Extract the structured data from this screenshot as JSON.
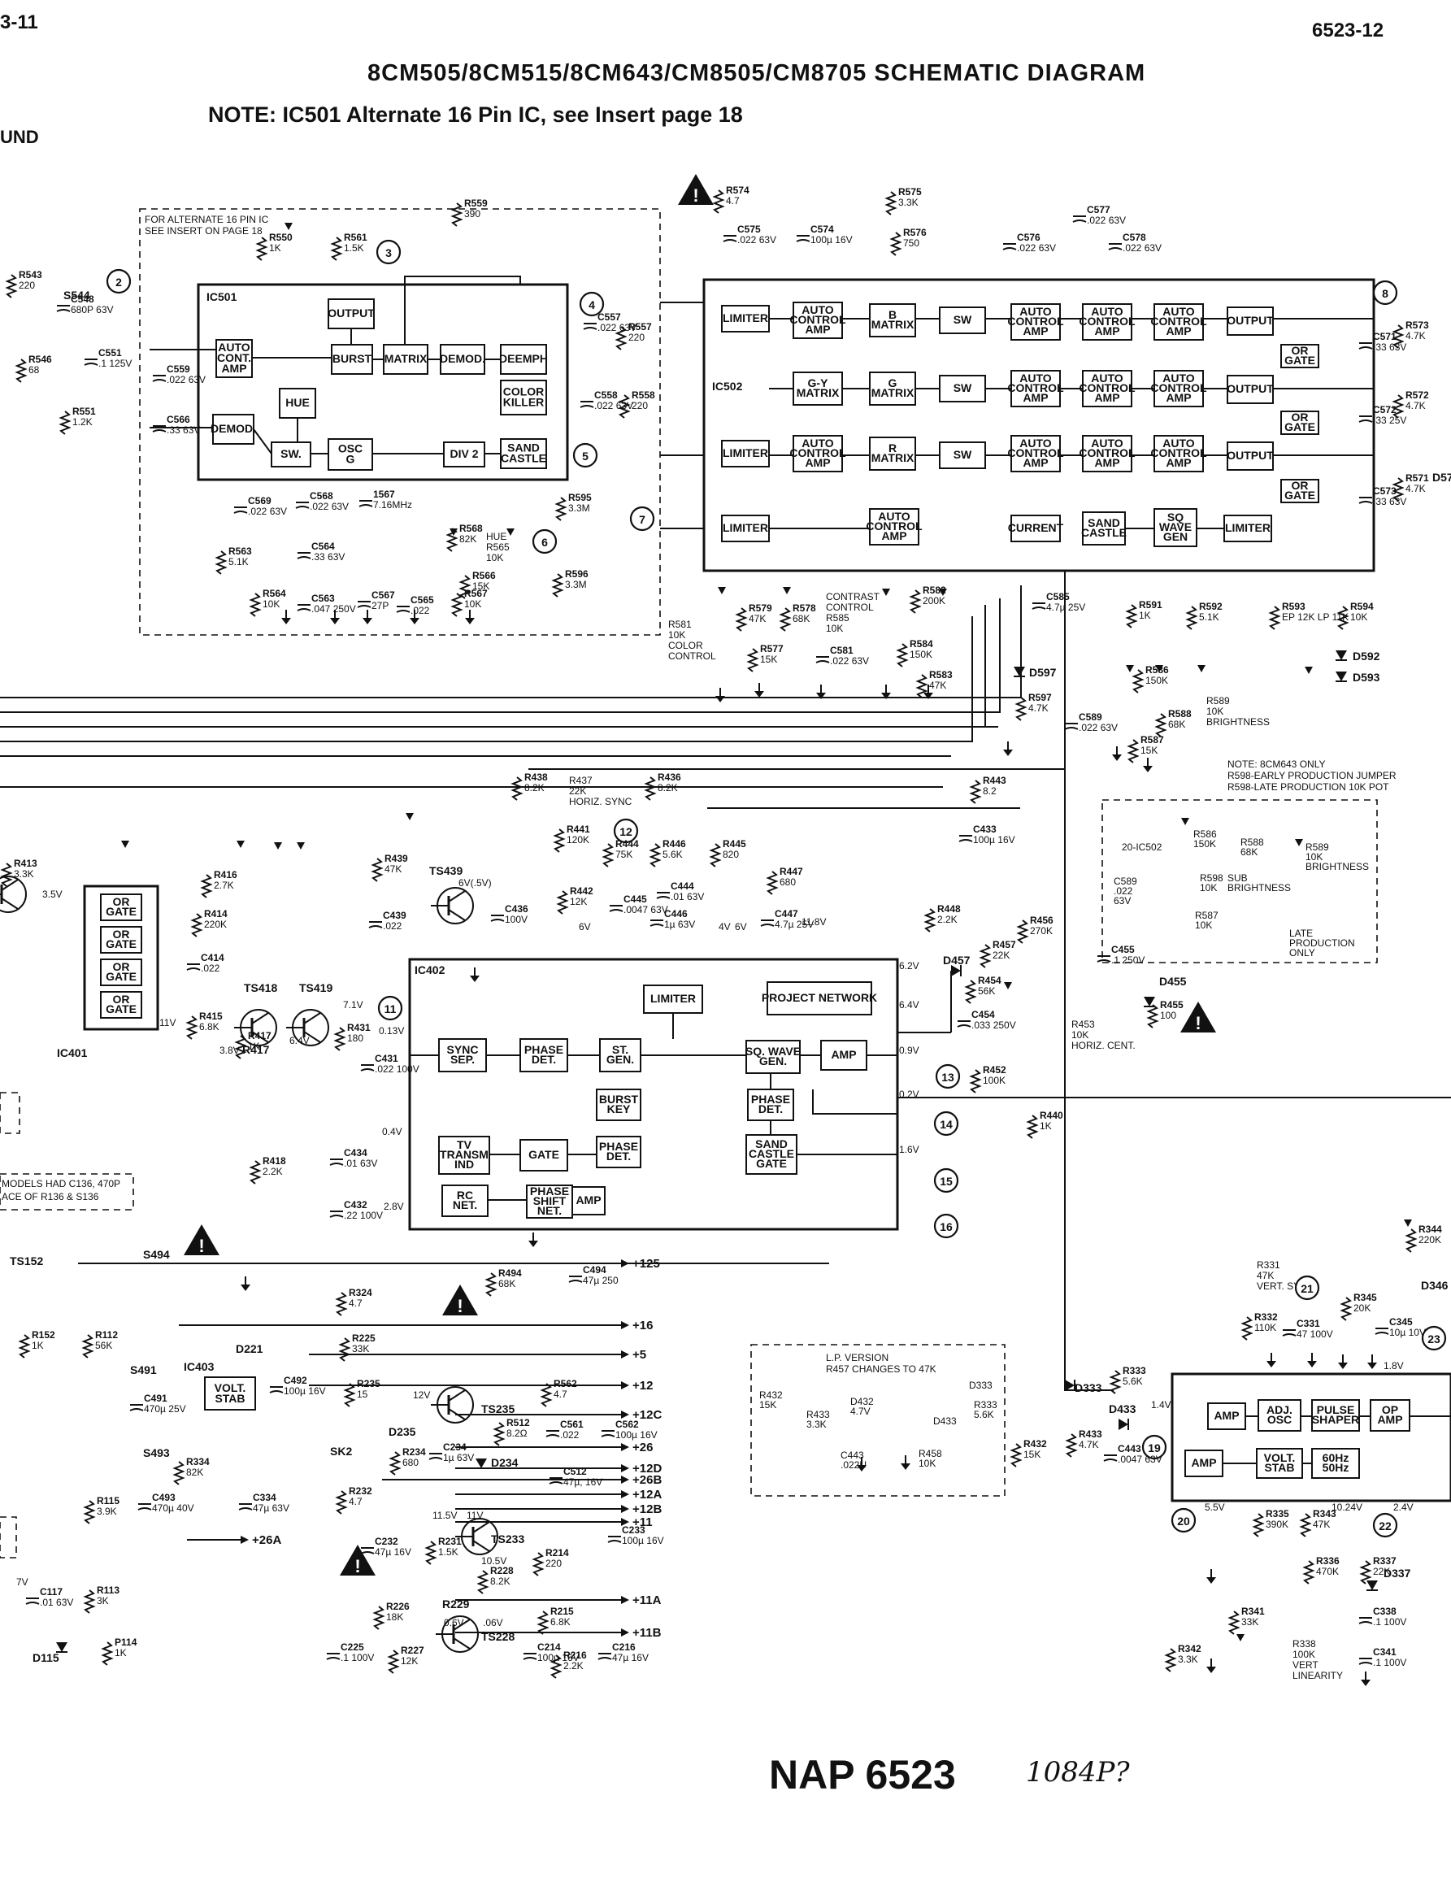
{
  "header": {
    "page_left": "3-11",
    "page_right": "6523-12",
    "title": "8CM505/8CM515/8CM643/CM8505/CM8705 SCHEMATIC DIAGRAM",
    "note": "NOTE: IC501 Alternate 16 Pin IC, see Insert page 18",
    "left_edge_text": "UND",
    "bottom_label": "NAP 6523",
    "handwritten": "1084P?"
  },
  "insert_box_ic501": {
    "caption_line1": "FOR ALTERNATE 16 PIN IC",
    "caption_line2": "SEE INSERT ON PAGE 18"
  },
  "ic501": {
    "label": "IC501",
    "blocks": [
      {
        "id": "auto-cont-amp",
        "lines": [
          "AUTO",
          "CONT.",
          "AMP"
        ]
      },
      {
        "id": "output",
        "lines": [
          "OUTPUT"
        ]
      },
      {
        "id": "burst",
        "lines": [
          "BURST"
        ]
      },
      {
        "id": "matrix",
        "lines": [
          "MATRIX"
        ]
      },
      {
        "id": "demod-1",
        "lines": [
          "DEMOD."
        ]
      },
      {
        "id": "deemph",
        "lines": [
          "DEEMPH"
        ]
      },
      {
        "id": "hue",
        "lines": [
          "HUE"
        ]
      },
      {
        "id": "color-killer",
        "lines": [
          "COLOR",
          "KILLER"
        ]
      },
      {
        "id": "demod-2",
        "lines": [
          "DEMOD."
        ]
      },
      {
        "id": "sw",
        "lines": [
          "SW."
        ]
      },
      {
        "id": "osc",
        "lines": [
          "OSC",
          "G"
        ]
      },
      {
        "id": "div2",
        "lines": [
          "DIV 2"
        ]
      },
      {
        "id": "sand-castle",
        "lines": [
          "SAND",
          "CASTLE"
        ]
      }
    ]
  },
  "ic502": {
    "label": "IC502",
    "blocks": [
      {
        "id": "limiter-1",
        "lines": [
          "LIMITER"
        ]
      },
      {
        "id": "auto-control-amp-1",
        "lines": [
          "AUTO",
          "CONTROL",
          "AMP"
        ]
      },
      {
        "id": "b-matrix",
        "lines": [
          "B",
          "MATRIX"
        ]
      },
      {
        "id": "sw-1",
        "lines": [
          "SW"
        ]
      },
      {
        "id": "auto-control-amp-2",
        "lines": [
          "AUTO",
          "CONTROL",
          "AMP"
        ]
      },
      {
        "id": "auto-control-amp-3",
        "lines": [
          "AUTO",
          "CONTROL",
          "AMP"
        ]
      },
      {
        "id": "auto-control-amp-4",
        "lines": [
          "AUTO",
          "CONTROL",
          "AMP"
        ]
      },
      {
        "id": "output-1",
        "lines": [
          "OUTPUT"
        ]
      },
      {
        "id": "or-gate-1",
        "lines": [
          "OR",
          "GATE"
        ]
      },
      {
        "id": "g-y-matrix",
        "lines": [
          "G-Y",
          "MATRIX"
        ]
      },
      {
        "id": "g-matrix",
        "lines": [
          "G",
          "MATRIX"
        ]
      },
      {
        "id": "sw-2",
        "lines": [
          "SW"
        ]
      },
      {
        "id": "auto-control-amp-5",
        "lines": [
          "AUTO",
          "CONTROL",
          "AMP"
        ]
      },
      {
        "id": "auto-control-amp-6",
        "lines": [
          "AUTO",
          "CONTROL",
          "AMP"
        ]
      },
      {
        "id": "auto-control-amp-7",
        "lines": [
          "AUTO",
          "CONTROL",
          "AMP"
        ]
      },
      {
        "id": "output-2",
        "lines": [
          "OUTPUT"
        ]
      },
      {
        "id": "or-gate-2",
        "lines": [
          "OR",
          "GATE"
        ]
      },
      {
        "id": "limiter-2",
        "lines": [
          "LIMITER"
        ]
      },
      {
        "id": "auto-control-amp-8",
        "lines": [
          "AUTO",
          "CONTROL",
          "AMP"
        ]
      },
      {
        "id": "r-matrix",
        "lines": [
          "R",
          "MATRIX"
        ]
      },
      {
        "id": "sw-3",
        "lines": [
          "SW"
        ]
      },
      {
        "id": "auto-control-amp-9",
        "lines": [
          "AUTO",
          "CONTROL",
          "AMP"
        ]
      },
      {
        "id": "auto-control-amp-10",
        "lines": [
          "AUTO",
          "CONTROL",
          "AMP"
        ]
      },
      {
        "id": "auto-control-amp-11",
        "lines": [
          "AUTO",
          "CONTROL",
          "AMP"
        ]
      },
      {
        "id": "output-3",
        "lines": [
          "OUTPUT"
        ]
      },
      {
        "id": "or-gate-3",
        "lines": [
          "OR",
          "GATE"
        ]
      },
      {
        "id": "limiter-3",
        "lines": [
          "LIMITER"
        ]
      },
      {
        "id": "auto-control-amp-12",
        "lines": [
          "AUTO",
          "CONTROL",
          "AMP"
        ]
      },
      {
        "id": "current",
        "lines": [
          "CURRENT"
        ]
      },
      {
        "id": "sand-castle",
        "lines": [
          "SAND",
          "CASTLE"
        ]
      },
      {
        "id": "sq-wave-gen",
        "lines": [
          "SQ",
          "WAVE",
          "GEN"
        ]
      },
      {
        "id": "limiter-4",
        "lines": [
          "LIMITER"
        ]
      }
    ]
  },
  "ic402": {
    "label": "IC402",
    "blocks": [
      {
        "id": "limiter",
        "lines": [
          "LIMITER"
        ]
      },
      {
        "id": "project-network",
        "lines": [
          "PROJECT NETWORK"
        ]
      },
      {
        "id": "sync-sep",
        "lines": [
          "SYNC",
          "SEP."
        ]
      },
      {
        "id": "phase-det-1",
        "lines": [
          "PHASE",
          "DET."
        ]
      },
      {
        "id": "st-gen",
        "lines": [
          "ST.",
          "GEN."
        ]
      },
      {
        "id": "sq-wave-gen",
        "lines": [
          "SQ. WAVE",
          "GEN."
        ]
      },
      {
        "id": "amp-1",
        "lines": [
          "AMP"
        ]
      },
      {
        "id": "burst-key",
        "lines": [
          "BURST",
          "KEY"
        ]
      },
      {
        "id": "phase-det-2",
        "lines": [
          "PHASE",
          "DET."
        ]
      },
      {
        "id": "tv-transm-ind",
        "lines": [
          "TV",
          "TRANSM",
          "IND"
        ]
      },
      {
        "id": "gate",
        "lines": [
          "GATE"
        ]
      },
      {
        "id": "phase-det-3",
        "lines": [
          "PHASE",
          "DET."
        ]
      },
      {
        "id": "sand-castle-gate",
        "lines": [
          "SAND",
          "CASTLE",
          "GATE"
        ]
      },
      {
        "id": "rc-net",
        "lines": [
          "RC",
          "NET."
        ]
      },
      {
        "id": "phase-shift-net",
        "lines": [
          "PHASE",
          "SHIFT",
          "NET."
        ]
      },
      {
        "id": "amp-2",
        "lines": [
          "AMP"
        ]
      }
    ]
  },
  "ic401": {
    "label": "IC401",
    "gates": [
      "OR GATE",
      "OR GATE",
      "OR GATE",
      "OR GATE"
    ]
  },
  "ic403": {
    "label": "IC403",
    "lines": [
      "VOLT.",
      "STAB"
    ]
  },
  "vert_ic": {
    "blocks": [
      {
        "id": "amp-1",
        "lines": [
          "AMP"
        ]
      },
      {
        "id": "adj-osc",
        "lines": [
          "ADJ.",
          "OSC"
        ]
      },
      {
        "id": "pulse-shaper",
        "lines": [
          "PULSE",
          "SHAPER"
        ]
      },
      {
        "id": "op-amp",
        "lines": [
          "OP",
          "AMP"
        ]
      },
      {
        "id": "amp-2",
        "lines": [
          "AMP"
        ]
      },
      {
        "id": "volt-stab",
        "lines": [
          "VOLT.",
          "STAB"
        ]
      },
      {
        "id": "hz-switch",
        "lines": [
          "60Hz",
          "50Hz"
        ]
      }
    ]
  },
  "test_points": [
    "2",
    "3",
    "4",
    "5",
    "6",
    "7",
    "8",
    "11",
    "12",
    "13",
    "14",
    "15",
    "16",
    "19",
    "20",
    "21",
    "22",
    "23"
  ],
  "controls": {
    "color_control": [
      "R581",
      "10K",
      "COLOR",
      "CONTROL"
    ],
    "contrast_control": [
      "CONTRAST",
      "CONTROL",
      "R585",
      "10K"
    ],
    "brightness": [
      "R589",
      "10K",
      "BRIGHTNESS"
    ],
    "hue": [
      "HUE",
      "R565",
      "10K"
    ],
    "horiz_sync": [
      "R437",
      "22K",
      "HORIZ. SYNC"
    ],
    "horiz_cent": [
      "R453",
      "10K",
      "HORIZ. CENT."
    ],
    "vert_sync": [
      "R331",
      "47K",
      "VERT. SYNC"
    ],
    "vert_linearity": [
      "R338",
      "100K",
      "VERT",
      "LINEARITY"
    ]
  },
  "notes": {
    "c8cm643": [
      "NOTE:  8CM643 ONLY",
      "R598-EARLY PRODUCTION JUMPER",
      "R598-LATE PRODUCTION 10K POT"
    ],
    "late_production": [
      "20-IC502",
      "R586",
      "150K",
      "R588",
      "68K",
      "R589",
      "10K",
      "BRIGHTNESS",
      "C589",
      ".022",
      "63V",
      "R598",
      "10K",
      "SUB",
      "BRIGHTNESS",
      "R587",
      "10K",
      "LATE",
      "PRODUCTION",
      "ONLY"
    ],
    "lp_version": [
      "L.P. VERSION",
      "R457 CHANGES TO 47K"
    ],
    "lp_parts": [
      "R432",
      "15K",
      "R433",
      "3.3K",
      "D432",
      "4.7V",
      "D433",
      "R333",
      "5.6K",
      "C443",
      ".022U",
      "R458",
      "10K",
      "D333"
    ],
    "models": [
      "MODELS HAD C136, 470P",
      "ACE OF R136 & S136"
    ]
  },
  "supply_rails": [
    "+125",
    "+16",
    "+5",
    "+12",
    "+12C",
    "+26",
    "+26B",
    "+12D",
    "+12A",
    "+12B",
    "+11",
    "+26A",
    "+11A",
    "+11B"
  ],
  "components": [
    {
      "ref": "R574",
      "val": "4.7"
    },
    {
      "ref": "R575",
      "val": "3.3K"
    },
    {
      "ref": "R576",
      "val": "750"
    },
    {
      "ref": "C575",
      "val": ".022 63V"
    },
    {
      "ref": "C574",
      "val": "100µ 16V"
    },
    {
      "ref": "C576",
      "val": ".022 63V"
    },
    {
      "ref": "C577",
      "val": ".022 63V"
    },
    {
      "ref": "C578",
      "val": ".022 63V"
    },
    {
      "ref": "R559",
      "val": "390"
    },
    {
      "ref": "R550",
      "val": "1K"
    },
    {
      "ref": "R561",
      "val": "1.5K"
    },
    {
      "ref": "R543",
      "val": "220"
    },
    {
      "ref": "C548",
      "val": "680P 63V"
    },
    {
      "ref": "R546",
      "val": "68"
    },
    {
      "ref": "C551",
      "val": ".1 125V"
    },
    {
      "ref": "R551",
      "val": "1.2K"
    },
    {
      "ref": "C559",
      "val": ".022 63V"
    },
    {
      "ref": "C566",
      "val": ".33 63V"
    },
    {
      "ref": "C557",
      "val": ".022 63V"
    },
    {
      "ref": "R557",
      "val": "220"
    },
    {
      "ref": "C558",
      "val": ".022 63V"
    },
    {
      "ref": "R558",
      "val": "220"
    },
    {
      "ref": "C569",
      "val": ".022 63V"
    },
    {
      "ref": "C568",
      "val": ".022 63V"
    },
    {
      "ref": "1567",
      "val": "7.16MHz"
    },
    {
      "ref": "R568",
      "val": "82K"
    },
    {
      "ref": "R595",
      "val": "3.3M"
    },
    {
      "ref": "R596",
      "val": "3.3M"
    },
    {
      "ref": "R563",
      "val": "5.1K"
    },
    {
      "ref": "C564",
      "val": ".33 63V"
    },
    {
      "ref": "R564",
      "val": "10K"
    },
    {
      "ref": "C563",
      "val": ".047 250V"
    },
    {
      "ref": "C567",
      "val": "27P"
    },
    {
      "ref": "C565",
      "val": ".022"
    },
    {
      "ref": "R566",
      "val": "15K"
    },
    {
      "ref": "R567",
      "val": "10K"
    },
    {
      "ref": "C571",
      "val": ".33 63V"
    },
    {
      "ref": "R573",
      "val": "4.7K"
    },
    {
      "ref": "C572",
      "val": ".33 25V"
    },
    {
      "ref": "R572",
      "val": "4.7K"
    },
    {
      "ref": "C573",
      "val": ".33 63V"
    },
    {
      "ref": "R571",
      "val": "4.7K"
    },
    {
      "ref": "R579",
      "val": "47K"
    },
    {
      "ref": "R578",
      "val": "68K"
    },
    {
      "ref": "R577",
      "val": "15K"
    },
    {
      "ref": "C581",
      "val": ".022 63V"
    },
    {
      "ref": "R582",
      "val": "200K"
    },
    {
      "ref": "R584",
      "val": "150K"
    },
    {
      "ref": "R583",
      "val": "47K"
    },
    {
      "ref": "C585",
      "val": "4.7µ 25V"
    },
    {
      "ref": "R591",
      "val": "1K"
    },
    {
      "ref": "R592",
      "val": "5.1K"
    },
    {
      "ref": "R593",
      "val": "EP 12K LP 11K"
    },
    {
      "ref": "R594",
      "val": "10K"
    },
    {
      "ref": "R597",
      "val": "4.7K"
    },
    {
      "ref": "R586",
      "val": "150K"
    },
    {
      "ref": "R588",
      "val": "68K"
    },
    {
      "ref": "R587",
      "val": "15K"
    },
    {
      "ref": "C589",
      "val": ".022 63V"
    },
    {
      "ref": "R438",
      "val": "8.2K"
    },
    {
      "ref": "R436",
      "val": "8.2K"
    },
    {
      "ref": "R443",
      "val": "8.2"
    },
    {
      "ref": "C433",
      "val": "100µ 16V"
    },
    {
      "ref": "R439",
      "val": "47K"
    },
    {
      "ref": "C439",
      "val": ".022"
    },
    {
      "ref": "C436",
      "val": "100V"
    },
    {
      "ref": "R441",
      "val": "120K"
    },
    {
      "ref": "R444",
      "val": "75K"
    },
    {
      "ref": "R446",
      "val": "5.6K"
    },
    {
      "ref": "R445",
      "val": "820"
    },
    {
      "ref": "R447",
      "val": "680"
    },
    {
      "ref": "R442",
      "val": "12K"
    },
    {
      "ref": "C445",
      "val": ".0047 63V"
    },
    {
      "ref": "C444",
      "val": ".01 63V"
    },
    {
      "ref": "C446",
      "val": "1µ 63V"
    },
    {
      "ref": "C447",
      "val": "4.7µ 25V"
    },
    {
      "ref": "R448",
      "val": "2.2K"
    },
    {
      "ref": "R456",
      "val": "270K"
    },
    {
      "ref": "R457",
      "val": "22K"
    },
    {
      "ref": "R454",
      "val": "56K"
    },
    {
      "ref": "C455",
      "val": ".1 250V"
    },
    {
      "ref": "R455",
      "val": "100"
    },
    {
      "ref": "C454",
      "val": ".033 250V"
    },
    {
      "ref": "R452",
      "val": "100K"
    },
    {
      "ref": "R440",
      "val": "1K"
    },
    {
      "ref": "R413",
      "val": "3.3K"
    },
    {
      "ref": "R416",
      "val": "2.7K"
    },
    {
      "ref": "R414",
      "val": "220K"
    },
    {
      "ref": "C414",
      "val": ".022"
    },
    {
      "ref": "R415",
      "val": "6.8K"
    },
    {
      "ref": "R417",
      "val": "1K"
    },
    {
      "ref": "R431",
      "val": "180"
    },
    {
      "ref": "C431",
      "val": ".022 100V"
    },
    {
      "ref": "R418",
      "val": "2.2K"
    },
    {
      "ref": "C434",
      "val": ".01 63V"
    },
    {
      "ref": "C432",
      "val": ".22 100V"
    },
    {
      "ref": "R494",
      "val": "68K"
    },
    {
      "ref": "C494",
      "val": "47µ 250"
    },
    {
      "ref": "R324",
      "val": "4.7"
    },
    {
      "ref": "R225",
      "val": "33K"
    },
    {
      "ref": "R235",
      "val": "15"
    },
    {
      "ref": "R562",
      "val": "4.7"
    },
    {
      "ref": "C491",
      "val": "470µ 25V"
    },
    {
      "ref": "C492",
      "val": "100µ 16V"
    },
    {
      "ref": "R512",
      "val": "8.2Ω"
    },
    {
      "ref": "C561",
      "val": ".022"
    },
    {
      "ref": "C562",
      "val": "100µ 16V"
    },
    {
      "ref": "R234",
      "val": "680"
    },
    {
      "ref": "C234",
      "val": "1µ 63V"
    },
    {
      "ref": "C512",
      "val": "47µ, 16V"
    },
    {
      "ref": "R334",
      "val": "82K"
    },
    {
      "ref": "C493",
      "val": "470µ 40V"
    },
    {
      "ref": "C334",
      "val": "47µ 63V"
    },
    {
      "ref": "R232",
      "val": "4.7"
    },
    {
      "ref": "C232",
      "val": "47µ 16V"
    },
    {
      "ref": "R231",
      "val": "1.5K"
    },
    {
      "ref": "C233",
      "val": "100µ 16V"
    },
    {
      "ref": "R214",
      "val": "220"
    },
    {
      "ref": "R228",
      "val": "8.2K"
    },
    {
      "ref": "R226",
      "val": "18K"
    },
    {
      "ref": "R227",
      "val": "12K"
    },
    {
      "ref": "C225",
      "val": ".1 100V"
    },
    {
      "ref": "R215",
      "val": "6.8K"
    },
    {
      "ref": "C214",
      "val": "100µ 16V"
    },
    {
      "ref": "R216",
      "val": "2.2K"
    },
    {
      "ref": "C216",
      "val": "47µ 16V"
    },
    {
      "ref": "R152",
      "val": "1K"
    },
    {
      "ref": "R112",
      "val": "56K"
    },
    {
      "ref": "R115",
      "val": "3.9K"
    },
    {
      "ref": "R113",
      "val": "3K"
    },
    {
      "ref": "C117",
      "val": ".01 63V"
    },
    {
      "ref": "P114",
      "val": "1K"
    },
    {
      "ref": "R332",
      "val": "110K"
    },
    {
      "ref": "C331",
      "val": "47 100V"
    },
    {
      "ref": "R345",
      "val": "20K"
    },
    {
      "ref": "C345",
      "val": "10µ 10V"
    },
    {
      "ref": "R344",
      "val": "220K"
    },
    {
      "ref": "R333",
      "val": "5.6K"
    },
    {
      "ref": "R433",
      "val": "4.7K"
    },
    {
      "ref": "C443",
      "val": ".0047 63V"
    },
    {
      "ref": "R432",
      "val": "15K"
    },
    {
      "ref": "R335",
      "val": "390K"
    },
    {
      "ref": "R343",
      "val": "47K"
    },
    {
      "ref": "R336",
      "val": "470K"
    },
    {
      "ref": "R337",
      "val": "22K"
    },
    {
      "ref": "R341",
      "val": "33K"
    },
    {
      "ref": "C338",
      "val": ".1 100V"
    },
    {
      "ref": "C341",
      "val": ".1 100V"
    },
    {
      "ref": "R342",
      "val": "3.3K"
    }
  ],
  "semiconductors": [
    "TS439",
    "TS418",
    "TS419",
    "TS235",
    "TS233",
    "TS228",
    "D457",
    "D455",
    "D597",
    "D592",
    "D593",
    "D57",
    "D234",
    "D235",
    "D333",
    "D433",
    "D337",
    "D346",
    "D115",
    "SK2",
    "S494",
    "S491",
    "S493",
    "D221",
    "R229",
    "TS152",
    "S544",
    "R417"
  ],
  "voltages": [
    "3.5V",
    "11V",
    "6.4V",
    "7.1V",
    "0.13V",
    "0.4V",
    "2.8V",
    "6V(.5V)",
    "6V",
    "4V",
    "6V",
    "11.8V",
    "6.2V",
    "6.4V",
    "0.9V",
    "0.2V",
    "1.6V",
    "3.8V",
    "12V",
    "11.5V",
    "11V",
    "10.5V",
    ".06V",
    "0.6V",
    "1.4V",
    "5.5V",
    "1.8V",
    "10.24V",
    "2.4V",
    "7V"
  ],
  "warnings": [
    {
      "id": "warn-r574",
      "symbol": "!"
    },
    {
      "id": "warn-r455",
      "symbol": "!"
    },
    {
      "id": "warn-s494",
      "symbol": "!"
    },
    {
      "id": "warn-ts235",
      "symbol": "!"
    },
    {
      "id": "warn-sk2",
      "symbol": "!"
    }
  ]
}
